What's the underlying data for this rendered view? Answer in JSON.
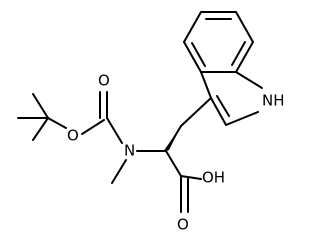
{
  "molecule": {
    "atom_labels": {
      "indole_nh": "NH",
      "acid_oh": "OH",
      "acid_o": "O",
      "amine_n": "N",
      "carbamate_o_ester": "O",
      "carbamate_o_carbonyl": "O"
    },
    "colors": {
      "ink": "#000000",
      "background": "#ffffff"
    }
  }
}
